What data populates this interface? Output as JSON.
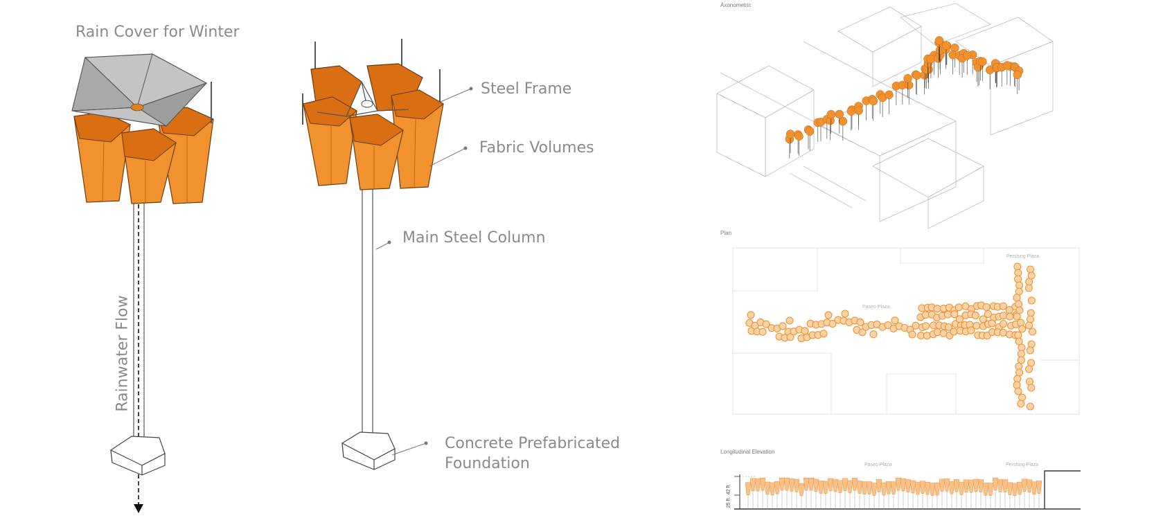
{
  "labels": {
    "rain_cover": "Rain Cover for Winter",
    "rainwater_flow": "Rainwater Flow",
    "steel_frame": "Steel Frame",
    "fabric_volumes": "Fabric Volumes",
    "main_column": "Main Steel Column",
    "foundation_line1": "Concrete Prefabricated",
    "foundation_line2": "Foundation"
  },
  "panels": {
    "axonometric": "Axonometric",
    "plan": "Plan",
    "elevation": "Longitudinal Elevation"
  },
  "plan_labels": {
    "pershing": "Pershing Plaza",
    "street": "Paseo Plaza"
  },
  "elevation_labels": {
    "center": "Paseo Plaza",
    "right": "Pershing Plaza",
    "dim_top": "42 ft.",
    "dim_bottom": "25 ft."
  },
  "colors": {
    "orange": "#f2922f",
    "orange_dark": "#d96f12",
    "grey_cover": "#b5b5b5",
    "line": "#444444",
    "label": "#8a8a8a"
  }
}
